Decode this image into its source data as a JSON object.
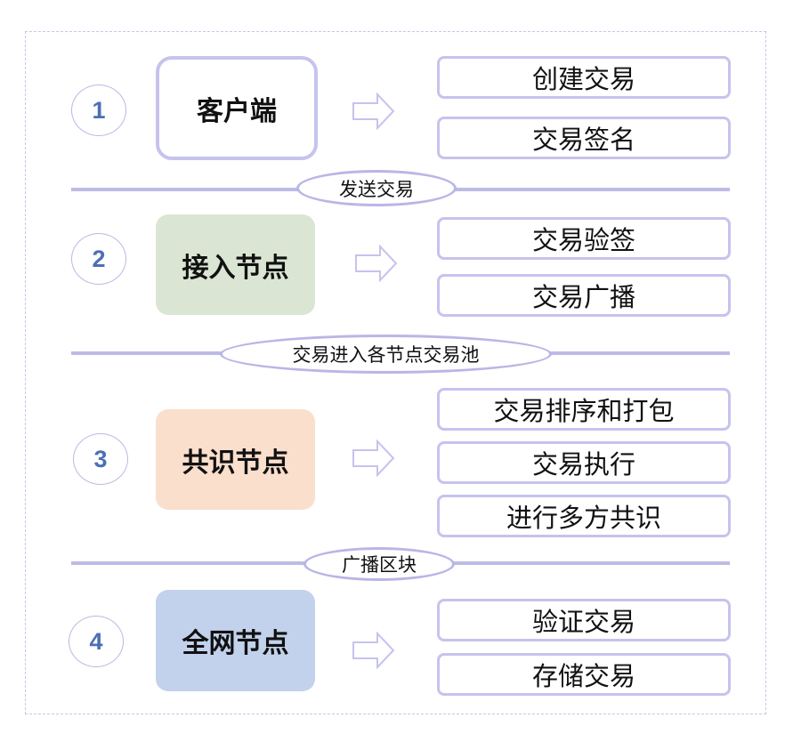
{
  "stages": [
    {
      "number": "1",
      "node": "客户端",
      "steps": [
        "创建交易",
        "交易签名"
      ]
    },
    {
      "number": "2",
      "node": "接入节点",
      "steps": [
        "交易验签",
        "交易广播"
      ]
    },
    {
      "number": "3",
      "node": "共识节点",
      "steps": [
        "交易排序和打包",
        "交易执行",
        "进行多方共识"
      ]
    },
    {
      "number": "4",
      "node": "全网节点",
      "steps": [
        "验证交易",
        "存储交易"
      ]
    }
  ],
  "transitions": [
    "发送交易",
    "交易进入各节点交易池",
    "广播区块"
  ],
  "colors": {
    "border_accent": "#c6c3ee",
    "number_text": "#4c6fb5",
    "access_node_fill": "#dae6d3",
    "consensus_node_fill": "#fadfcd",
    "fullnode_fill": "#c3d2ec"
  },
  "icons": [
    "right-arrow-icon"
  ]
}
